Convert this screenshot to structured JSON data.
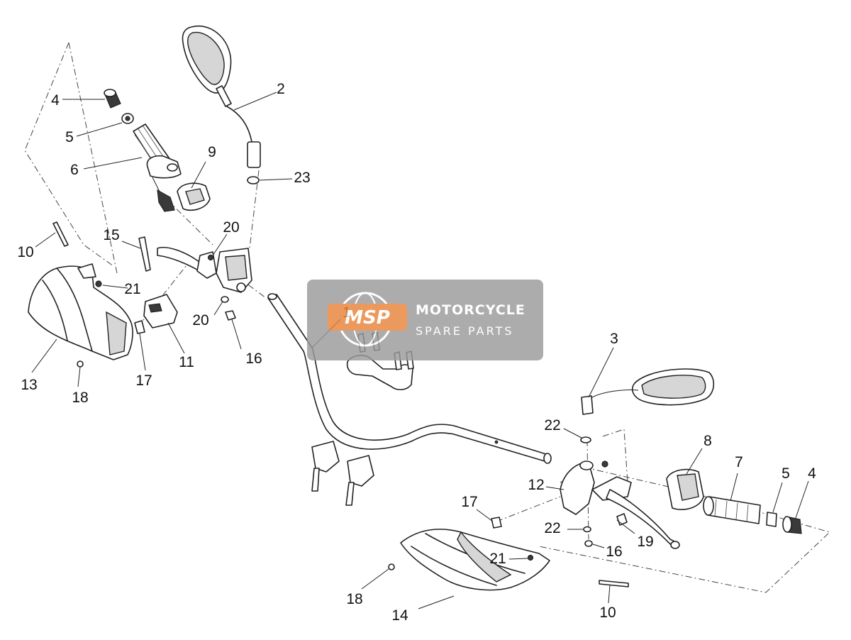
{
  "callouts": [
    {
      "id": "c1",
      "label": "1"
    },
    {
      "id": "c2",
      "label": "2"
    },
    {
      "id": "c3",
      "label": "3"
    },
    {
      "id": "c4a",
      "label": "4"
    },
    {
      "id": "c4b",
      "label": "4"
    },
    {
      "id": "c5a",
      "label": "5"
    },
    {
      "id": "c5b",
      "label": "5"
    },
    {
      "id": "c6",
      "label": "6"
    },
    {
      "id": "c7",
      "label": "7"
    },
    {
      "id": "c8",
      "label": "8"
    },
    {
      "id": "c9",
      "label": "9"
    },
    {
      "id": "c10a",
      "label": "10"
    },
    {
      "id": "c10b",
      "label": "10"
    },
    {
      "id": "c11",
      "label": "11"
    },
    {
      "id": "c12",
      "label": "12"
    },
    {
      "id": "c13",
      "label": "13"
    },
    {
      "id": "c14",
      "label": "14"
    },
    {
      "id": "c15",
      "label": "15"
    },
    {
      "id": "c16a",
      "label": "16"
    },
    {
      "id": "c16b",
      "label": "16"
    },
    {
      "id": "c17a",
      "label": "17"
    },
    {
      "id": "c17b",
      "label": "17"
    },
    {
      "id": "c18a",
      "label": "18"
    },
    {
      "id": "c18b",
      "label": "18"
    },
    {
      "id": "c19",
      "label": "19"
    },
    {
      "id": "c20a",
      "label": "20"
    },
    {
      "id": "c20b",
      "label": "20"
    },
    {
      "id": "c21a",
      "label": "21"
    },
    {
      "id": "c21b",
      "label": "21"
    },
    {
      "id": "c22a",
      "label": "22"
    },
    {
      "id": "c22b",
      "label": "22"
    },
    {
      "id": "c23",
      "label": "23"
    }
  ],
  "watermark": {
    "logo_text": "MSP",
    "line1": "MOTORCYCLE",
    "line2": "SPARE PARTS",
    "bg_color": "#9a9a9a",
    "logo_color": "#e8833a"
  }
}
